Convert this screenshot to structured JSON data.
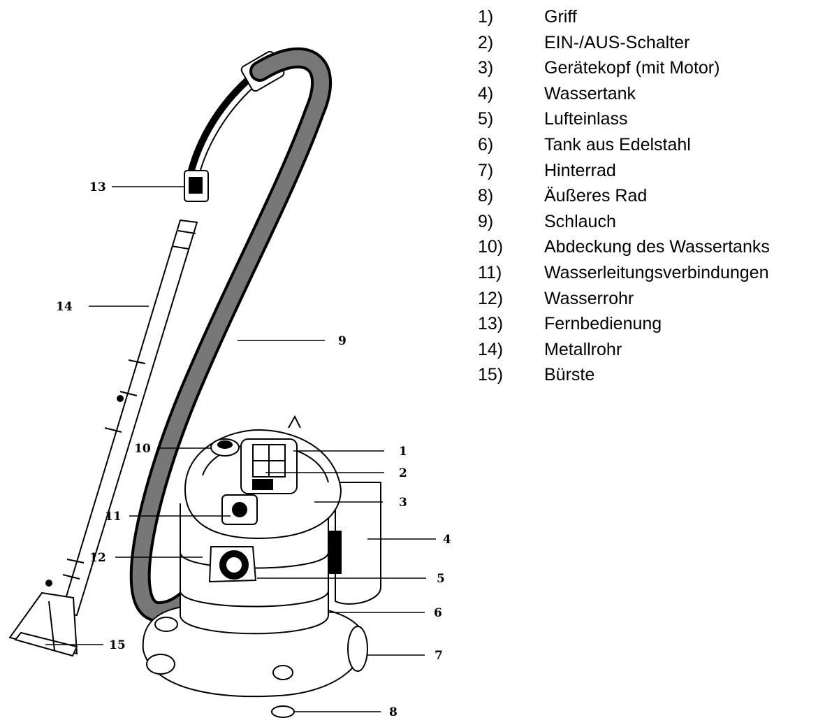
{
  "callouts": [
    {
      "number": "1",
      "label": "Griff"
    },
    {
      "number": "2",
      "label": "EIN-/AUS-Schalter"
    },
    {
      "number": "3",
      "label": "Gerätekopf (mit Motor)"
    },
    {
      "number": "4",
      "label": "Wassertank"
    },
    {
      "number": "5",
      "label": "Lufteinlass"
    },
    {
      "number": "6",
      "label": "Tank aus Edelstahl"
    },
    {
      "number": "7",
      "label": "Hinterrad"
    },
    {
      "number": "8",
      "label": "Äußeres Rad"
    },
    {
      "number": "9",
      "label": "Schlauch"
    },
    {
      "number": "10",
      "label": "Abdeckung des Wassertanks"
    },
    {
      "number": "11",
      "label": "Wasserleitungsverbindungen"
    },
    {
      "number": "12",
      "label": "Wasserrohr"
    },
    {
      "number": "13",
      "label": "Fernbedienung"
    },
    {
      "number": "14",
      "label": "Metallrohr"
    },
    {
      "number": "15",
      "label": "Bürste"
    }
  ],
  "legend": [
    {
      "num": "1)",
      "text": "Griff"
    },
    {
      "num": "2)",
      "text": "EIN-/AUS-Schalter"
    },
    {
      "num": "3)",
      "text": "Gerätekopf (mit Motor)"
    },
    {
      "num": "4)",
      "text": "Wassertank"
    },
    {
      "num": "5)",
      "text": "Lufteinlass"
    },
    {
      "num": "6)",
      "text": "Tank aus Edelstahl"
    },
    {
      "num": "7)",
      "text": "Hinterrad"
    },
    {
      "num": "8)",
      "text": "Äußeres Rad"
    },
    {
      "num": "9)",
      "text": "Schlauch"
    },
    {
      "num": "10)",
      "text": "Abdeckung des Wassertanks"
    },
    {
      "num": "11)",
      "text": "Wasserleitungsverbindungen"
    },
    {
      "num": "12)",
      "text": "Wasserrohr"
    },
    {
      "num": "13)",
      "text": "Fernbedienung"
    },
    {
      "num": "14)",
      "text": "Metallrohr"
    },
    {
      "num": "15)",
      "text": "Bürste"
    }
  ]
}
